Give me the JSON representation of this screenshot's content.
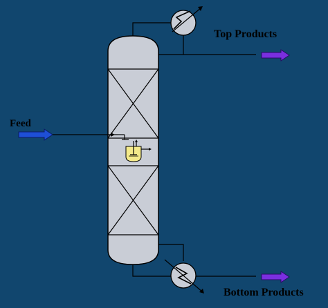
{
  "labels": {
    "feed": "Feed",
    "top_products": "Top Products",
    "bottom_products": "Bottom Products"
  },
  "colors": {
    "background": "#11466e",
    "column_fill": "#c9cdd6",
    "column_stroke": "#000000",
    "feed_arrow": "#1e4fd6",
    "product_arrow": "#7a2fe0",
    "reactor_fill": "#f4ea8a",
    "exchanger_fill": "#c9cdd6",
    "line": "#000000"
  },
  "icons": {
    "condenser": "heat-exchanger-icon",
    "reboiler": "heat-exchanger-icon",
    "reactor": "stirred-reactor-icon"
  }
}
